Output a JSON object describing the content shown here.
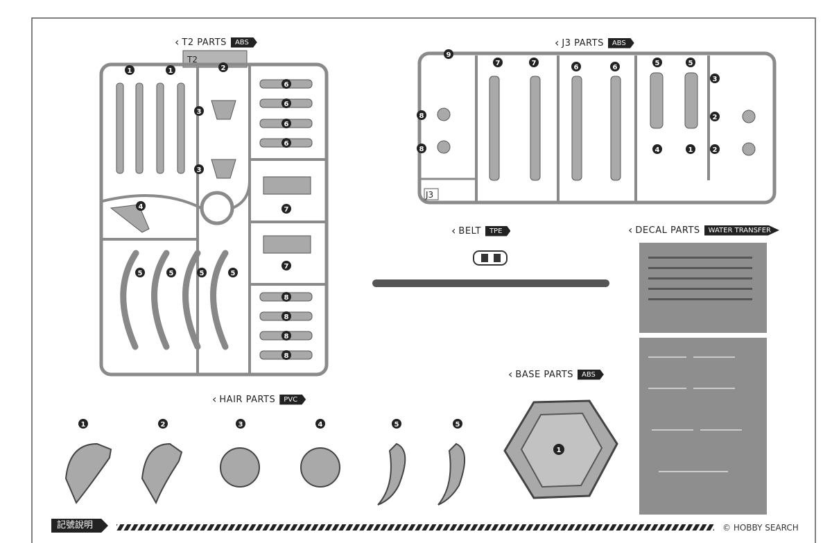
{
  "sections": {
    "t2": {
      "title": "T2 PARTS",
      "material": "ABS",
      "runner_label": "T2"
    },
    "j3": {
      "title": "J3 PARTS",
      "material": "ABS",
      "runner_label": "J3"
    },
    "belt": {
      "title": "BELT",
      "material": "TPE"
    },
    "decal": {
      "title": "DECAL PARTS",
      "material": "WATER TRANSFER"
    },
    "base": {
      "title": "BASE PARTS",
      "material": "ABS"
    },
    "hair": {
      "title": "HAIR PARTS",
      "material": "PVC"
    }
  },
  "legend_label": "記號說明",
  "watermark": "© HOBBY SEARCH",
  "t2_numbers": [
    "1",
    "1",
    "2",
    "3",
    "3",
    "4",
    "5",
    "5",
    "5",
    "5",
    "6",
    "6",
    "6",
    "6",
    "7",
    "7",
    "8",
    "8",
    "8",
    "8"
  ],
  "j3_numbers": [
    "9",
    "8",
    "8",
    "7",
    "7",
    "6",
    "6",
    "5",
    "5",
    "4",
    "1",
    "3",
    "2",
    "2"
  ],
  "base_numbers": [
    "1"
  ],
  "hair_numbers": [
    "1",
    "2",
    "3",
    "4",
    "5",
    "5"
  ],
  "colors": {
    "part_fill": "#a9a9a9",
    "frame": "#7a7a7a",
    "dark": "#222222",
    "decal_bg": "#8e8e8e"
  }
}
